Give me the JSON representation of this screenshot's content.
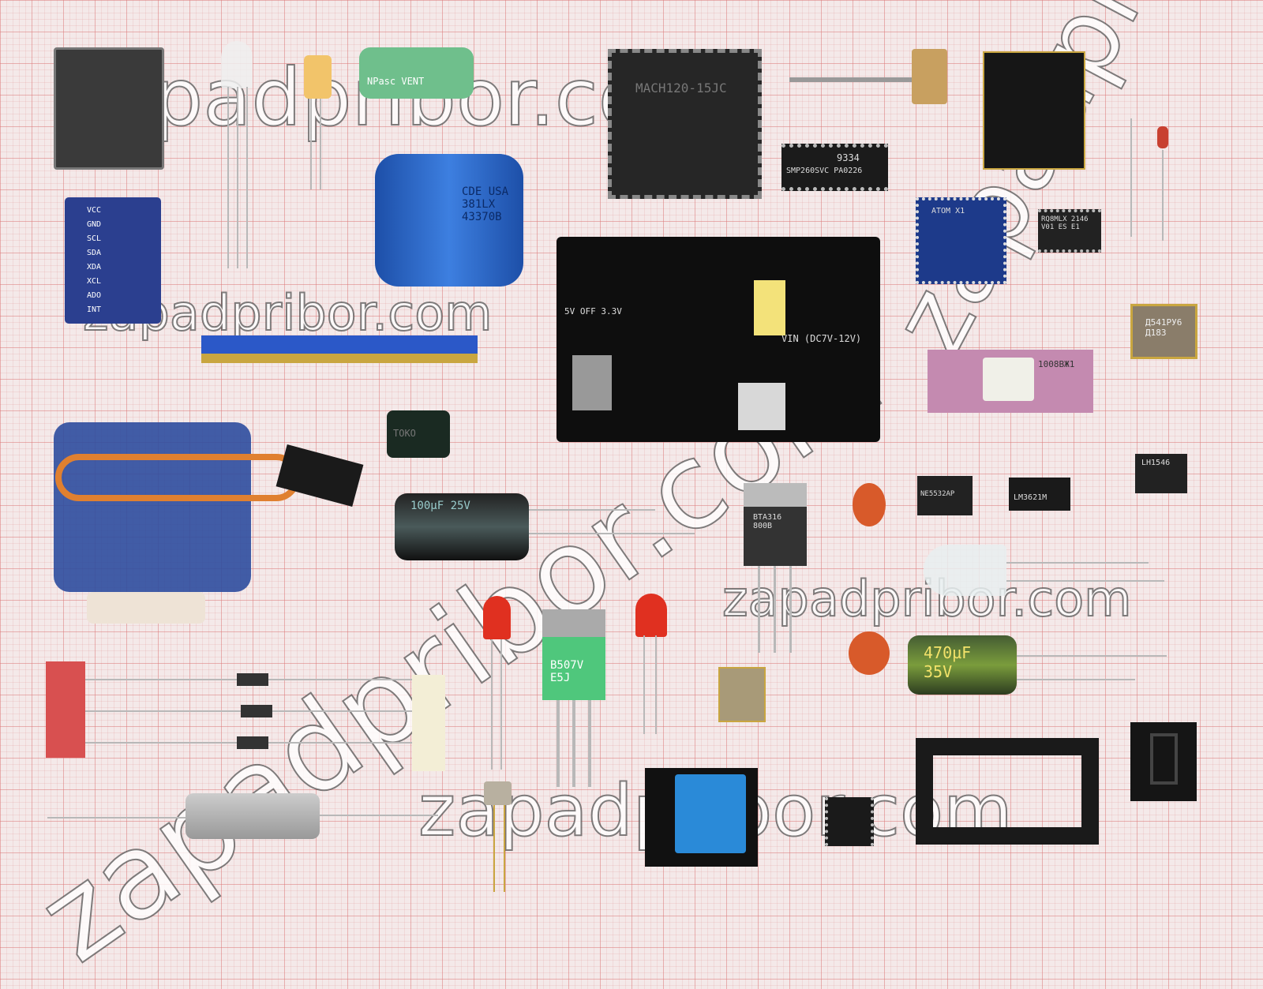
{
  "watermark": "zapadpribor.com",
  "components": {
    "pld": "MACH120-15JC",
    "soic_chip": "SMP260SVC PA0226",
    "soic_code": "9334",
    "cap_blue": "CDE USA 381LX 43370B",
    "triac": "BTA316 800B",
    "transistor": "B507V E5J",
    "cap_green": "470µF 35V",
    "cap_black": "100µF 25V",
    "inductor": "TOKO",
    "opamp": "NE5532AP",
    "lm": "LM3621M",
    "lh": "LH1546",
    "rq": "RQ8MLX 2146 V01 ES E1",
    "atom": "ATOM X1",
    "psu_vin": "VIN (DC7V-12V)",
    "psu_sw": "5V OFF 3.3V",
    "ceramic_ic": "1008ВЖ1",
    "metal_ic": "Д541РУ6 Д183",
    "sensor": "VCC GND SCL SDA XDA XCL ADO INT",
    "caps_green_small": "NPasc VENT"
  },
  "colors": {
    "grid": "#dc7878",
    "paper": "#f4e9e9",
    "pcb_black": "#111111",
    "pcb_blue": "#2b3f8f"
  }
}
